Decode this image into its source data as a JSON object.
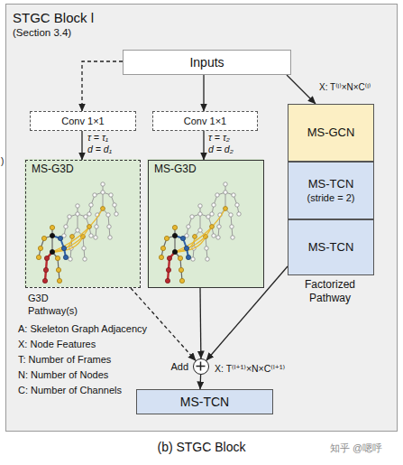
{
  "diagram": {
    "caption": "(b) STGC Block",
    "nodes": [
      {
        "text": [
          "STGC Block l",
          "(Section 3.4)"
        ]
      },
      {
        "text": [
          "Inputs"
        ],
        "in": 0
      },
      {
        "text": [
          "Conv 1×1"
        ],
        "in": 0
      },
      {
        "text": [
          "Conv 1×1"
        ],
        "in": 0
      },
      {
        "text": [
          "MS-G3D",
          "G3D Pathway(s)"
        ],
        "in": 0
      },
      {
        "text": [
          "MS-G3D"
        ],
        "in": 0
      },
      {
        "text": [
          "MS-GCN"
        ],
        "in": 0
      },
      {
        "text": [
          "MS-TCN",
          "(stride = 2)"
        ],
        "in": 0
      },
      {
        "text": [
          "MS-TCN"
        ],
        "in": 0
      },
      {
        "text": [
          "Add"
        ],
        "in": 0
      },
      {
        "text": [
          "MS-TCN"
        ],
        "in": 0
      }
    ],
    "edges": [
      {
        "from": 1,
        "to": 2,
        "arrow": "to"
      },
      {
        "from": 1,
        "to": 3,
        "arrow": "to"
      },
      {
        "from": 1,
        "to": 6,
        "arrow": "to"
      },
      {
        "from": 2,
        "to": 4,
        "arrow": "to"
      },
      {
        "from": 3,
        "to": 5,
        "arrow": "to"
      },
      {
        "from": 4,
        "to": 9,
        "arrow": "to"
      },
      {
        "from": 5,
        "to": 9,
        "arrow": "to"
      },
      {
        "from": 8,
        "to": 9,
        "arrow": "to"
      },
      {
        "from": 9,
        "to": 10,
        "arrow": "to"
      }
    ],
    "labels": [
      "τ = τ₁",
      "d = d₁",
      "τ = τ₂",
      "d = d₂",
      "X: T⁽ˡ⁾×N×C⁽ˡ⁾",
      "Factorized Pathway",
      "X: T⁽ˡ⁺¹⁾×N×C⁽ˡ⁺¹⁾",
      "A: Skeleton Graph Adjacency",
      "X: Node Features",
      "T: Number of Frames",
      "N: Number of Nodes",
      "C: Number of Channels",
      ")",
      "知乎 @嗯呼"
    ]
  }
}
